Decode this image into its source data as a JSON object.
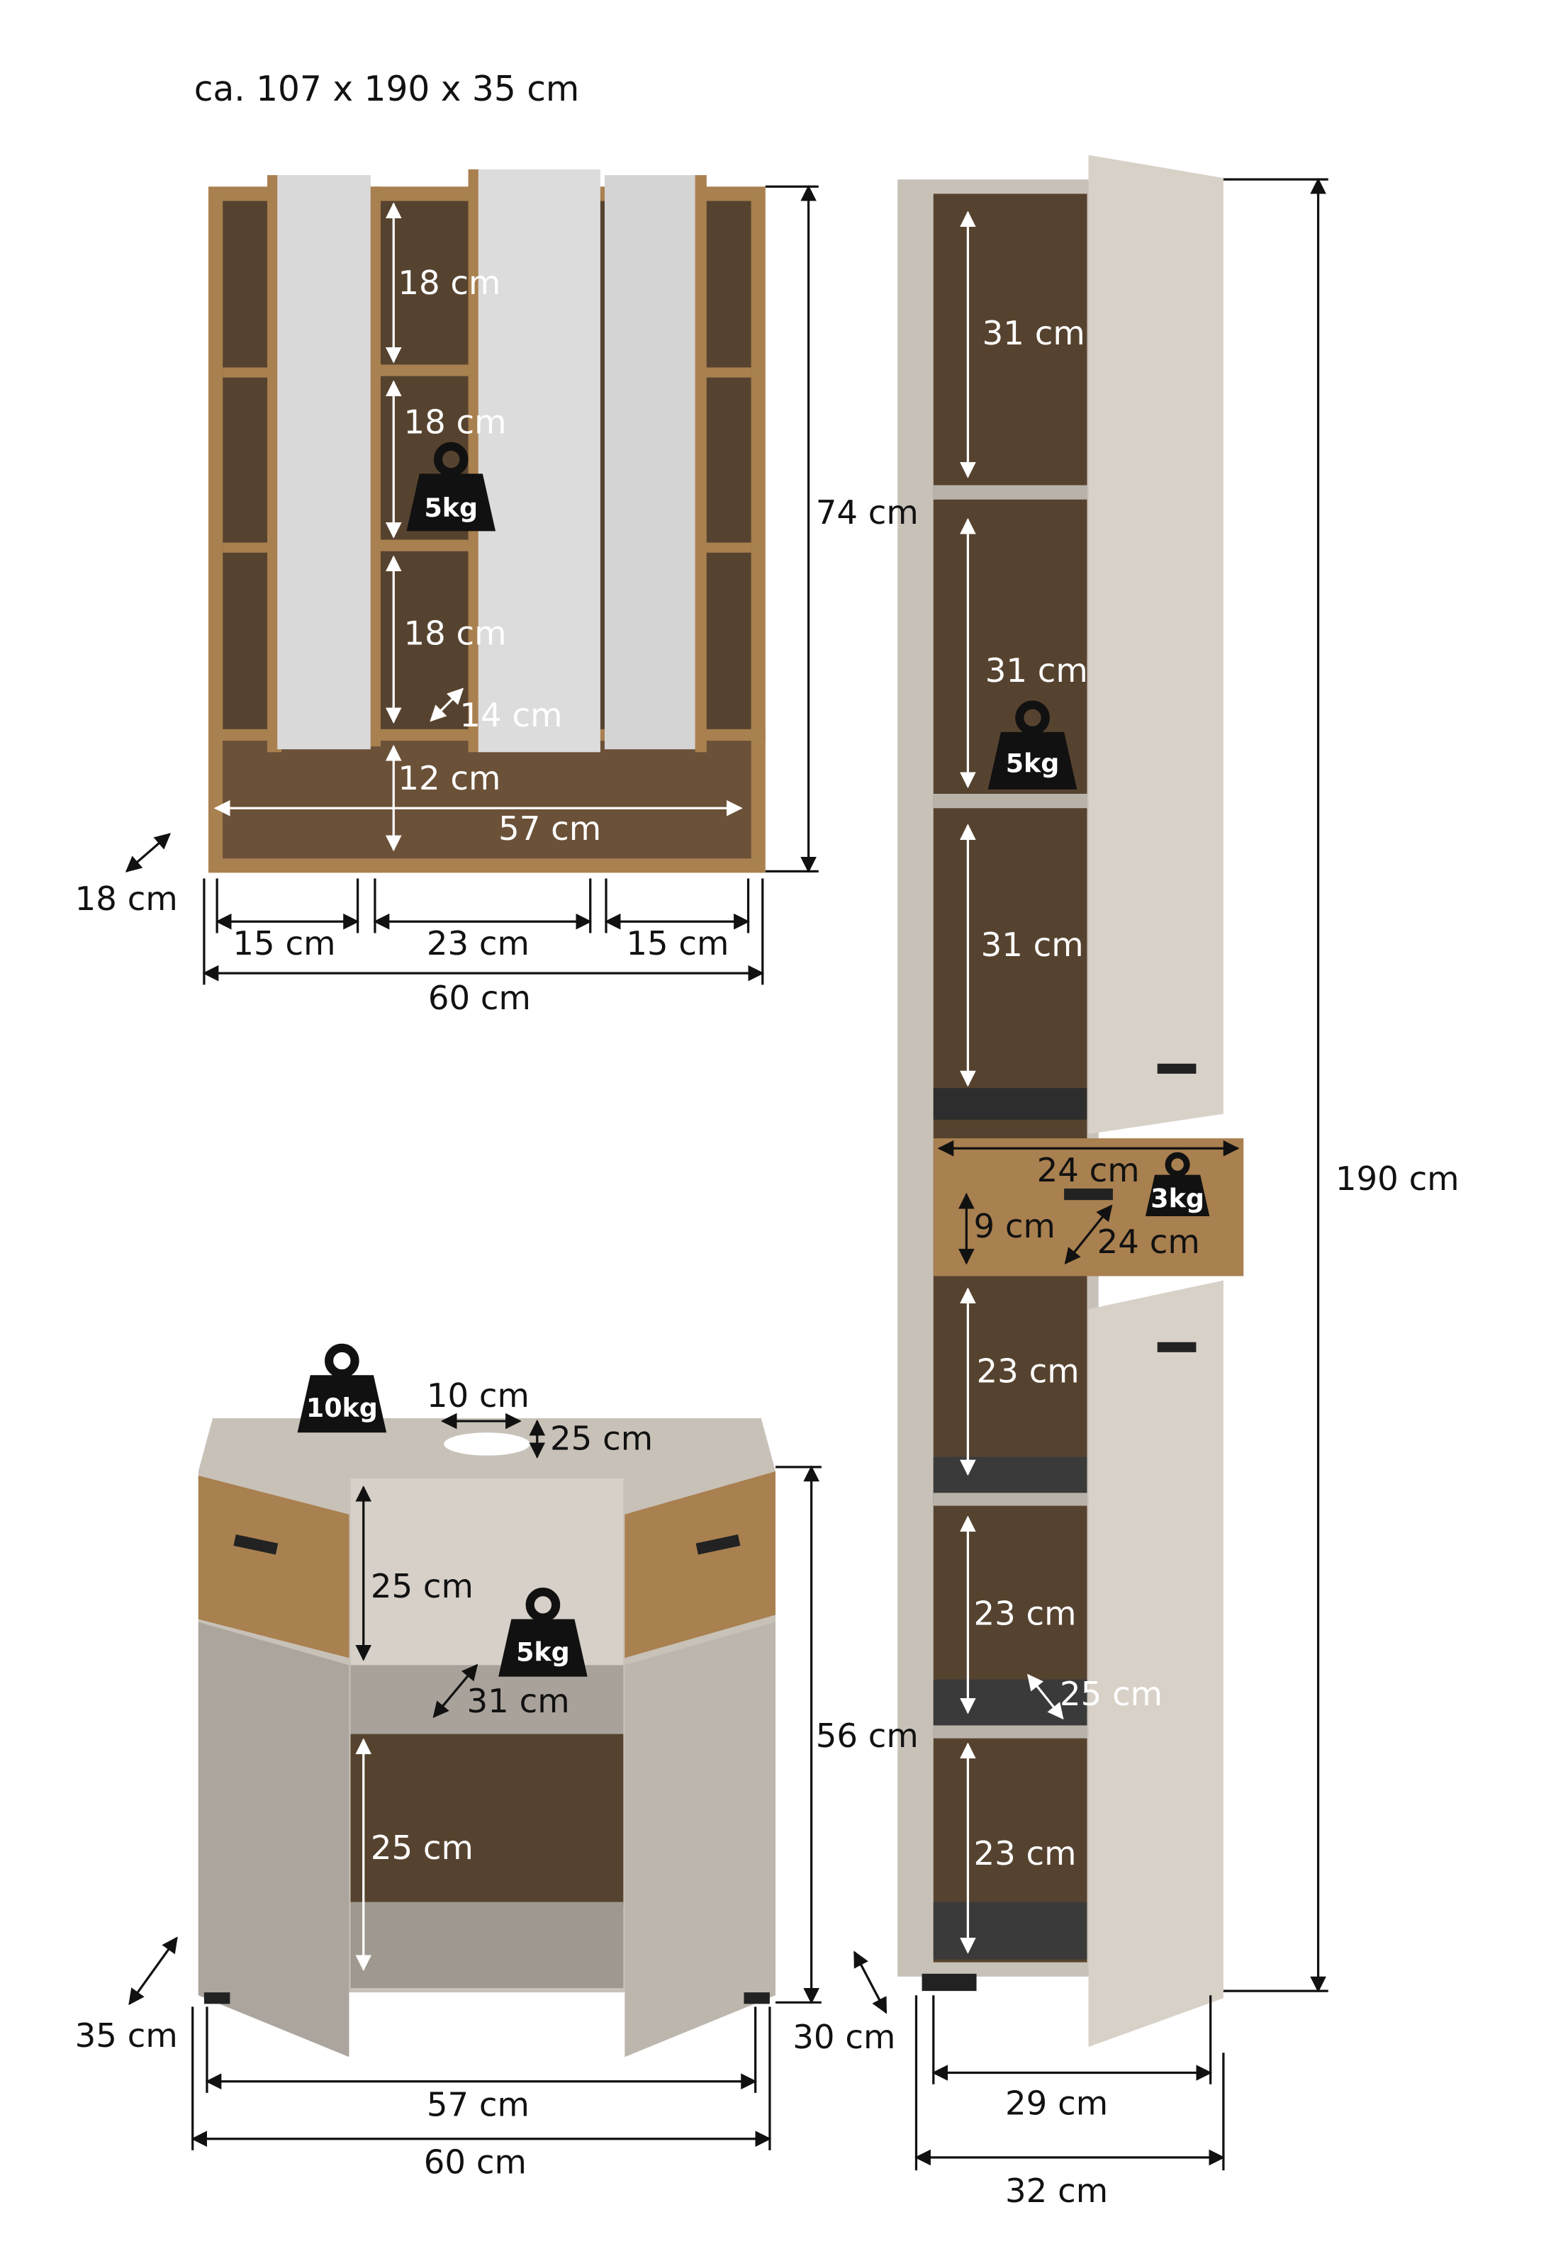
{
  "title": "ca. 107 x 190 x 35 cm",
  "colors": {
    "oak": "#a9804f",
    "dark_interior": "#56432f",
    "greige": "#c8c1b8",
    "door": "#d8d1c8",
    "mirror": "#d9d9d9",
    "handle": "#222222"
  },
  "mirror_cabinet": {
    "shelf_h1": "18 cm",
    "shelf_h2": "18 cm",
    "shelf_h3": "18 cm",
    "shelf_depth": "14 cm",
    "bottom_h": "12 cm",
    "inner_w": "57 cm",
    "height": "74 cm",
    "depth": "18 cm",
    "left_w": "15 cm",
    "mid_w": "23 cm",
    "right_w": "15 cm",
    "total_w": "60 cm",
    "load": "5kg"
  },
  "tall_cabinet": {
    "upper1": "31 cm",
    "upper2": "31 cm",
    "upper3": "31 cm",
    "upper_load": "5kg",
    "drawer_w": "24 cm",
    "drawer_h": "9 cm",
    "drawer_d": "24 cm",
    "drawer_load": "3kg",
    "lower1": "23 cm",
    "lower2": "23 cm",
    "lower3": "23 cm",
    "lower_depth": "25 cm",
    "height": "190 cm",
    "inner_w": "29 cm",
    "total_w": "32 cm",
    "depth": "30 cm"
  },
  "vanity": {
    "top_load": "10kg",
    "cutout_w": "10 cm",
    "cutout_d": "25 cm",
    "upper_h": "25 cm",
    "shelf_load": "5kg",
    "shelf_d": "31 cm",
    "lower_h": "25 cm",
    "height": "56 cm",
    "depth": "35 cm",
    "inner_w": "57 cm",
    "total_w": "60 cm"
  }
}
